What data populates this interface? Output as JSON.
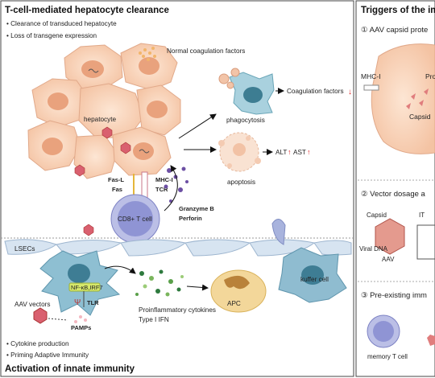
{
  "left": {
    "title_top": "T-cell-mediated hepatocyte clearance",
    "bullets_top": [
      "• Clearance of transduced hepatocyte",
      "• Loss of transgene expression"
    ],
    "hepatocyte": "hepatocyte",
    "normal_coagulation": "Normal coagulation factors",
    "phagocytosis": "phagocytosis",
    "coag_factors": "Coagulation factors",
    "down_arrow": "↓",
    "apoptosis": "apoptosis",
    "alt": "ALT",
    "ast": "AST",
    "up_arrow": "↑",
    "fasl": "Fas-L",
    "fas": "Fas",
    "mhc": "MHC-I",
    "tcr": "TCR",
    "granzyme": "Granzyme B",
    "perforin": "Perforin",
    "cd8": "CD8+ T cell",
    "lsecs": "LSECs",
    "kupffer": "kuffer cell",
    "nfkb": "NF-κB,IRF7",
    "tlr_icon": "Ψ",
    "tlr": "TLR",
    "pamps": "PAMPs",
    "aav_vectors": "AAV vectors",
    "cytokines": "Proinflammatory cytokines",
    "ifn": "Type I IFN",
    "apc": "APC",
    "bullets_bottom": [
      "• Cytokine production",
      "• Priming Adaptive Immunity"
    ],
    "title_bottom": "Activation of innate immunity"
  },
  "right": {
    "title": "Triggers of the im",
    "section1": "① AAV capsid prote",
    "mhc": "MHC-I",
    "pro": "Pro",
    "capsid": "Capsid",
    "section2": "② Vector dosage a",
    "capsid_small": "Capsid",
    "viral_dna": "Viral DNA",
    "aav": "AAV",
    "itr": "IT",
    "section3": "③ Pre-existing imm",
    "memory_t": "memory T cell"
  }
}
